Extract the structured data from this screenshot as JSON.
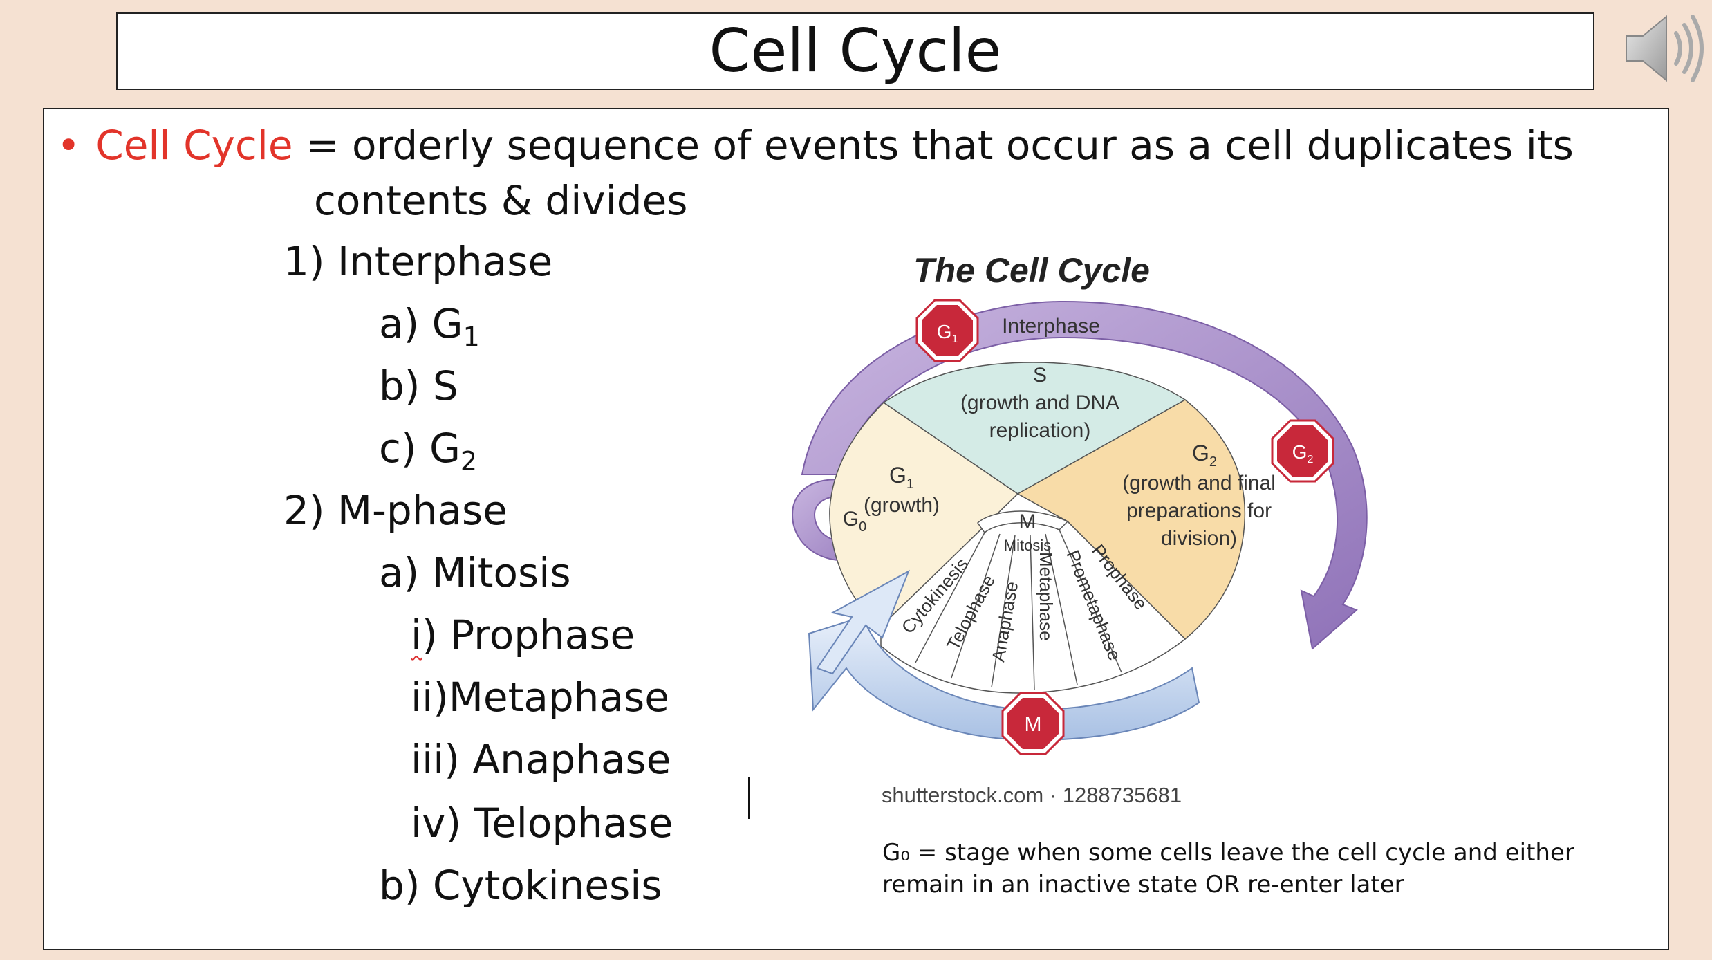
{
  "slide": {
    "title": "Cell Cycle",
    "definition": {
      "bullet": "•",
      "term": "Cell Cycle",
      "text_line1": " = orderly sequence of events that occur as a cell duplicates its",
      "text_line2": "contents & divides"
    },
    "outline": {
      "interphase": "1) Interphase",
      "g1_prefix": "a) G",
      "g1_sub": "1",
      "s": "b) S",
      "g2_prefix": "c) G",
      "g2_sub": "2",
      "mphase": "2) M-phase",
      "mitosis": "a) Mitosis",
      "prophase_num": "i",
      "prophase_rest": ") Prophase",
      "metaphase": "ii)Metaphase",
      "anaphase": "iii) Anaphase",
      "telophase": "iv) Telophase",
      "cytokinesis": "b) Cytokinesis"
    },
    "diagram": {
      "title": "The Cell Cycle",
      "interphase": "Interphase",
      "s_label": "S",
      "s_desc1": "(growth and DNA",
      "s_desc2": "replication)",
      "g1_label": "G",
      "g1_sub": "1",
      "g1_desc": "(growth)",
      "g2_label": "G",
      "g2_sub": "2",
      "g2_desc1": "(growth and final",
      "g2_desc2": "preparations for",
      "g2_desc3": "division)",
      "m_label": "M",
      "mitosis": "Mitosis",
      "g0": "G",
      "g0_sub": "0",
      "checkpoint_g1": "G",
      "checkpoint_g1_sub": "1",
      "checkpoint_g2": "G",
      "checkpoint_g2_sub": "2",
      "checkpoint_m": "M",
      "phases": [
        "Cytokinesis",
        "Telophase",
        "Anaphase",
        "Metaphase",
        "Prometaphase",
        "Prophase"
      ],
      "credit": "shutterstock.com · 1288735681"
    },
    "note": "G₀ = stage when some cells leave the cell cycle and either remain in an inactive state OR re-enter later",
    "colors": {
      "accent_red": "#e2342a",
      "arrow_purple": "#a58cc5",
      "s_wedge": "#d4ebe6",
      "g1_wedge": "#fbf1d8",
      "g2_wedge": "#f8dca8",
      "stop_red": "#c8283a"
    },
    "icons": {
      "speaker": "speaker-icon"
    }
  }
}
